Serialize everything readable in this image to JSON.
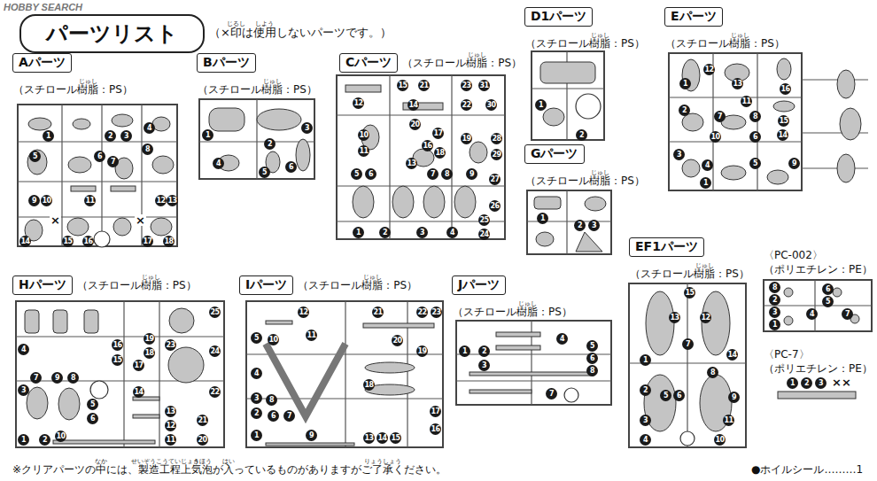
{
  "diagram": {
    "nodes": [
      {
        "text": [
          "パーツリスト"
        ]
      },
      {
        "text": [
          "Aパーツ",
          "（スチロール樹脂：PS）"
        ]
      },
      {
        "text": [
          "Bパーツ",
          "（スチロール樹脂：PS）"
        ]
      },
      {
        "text": [
          "Cパーツ",
          "（スチロール樹脂：PS）"
        ]
      },
      {
        "text": [
          "D1パーツ",
          "（スチロール樹脂：PS）"
        ]
      },
      {
        "text": [
          "Gパーツ",
          "（スチロール樹脂：PS）"
        ]
      },
      {
        "text": [
          "Eパーツ",
          "（スチロール樹脂：PS）"
        ]
      },
      {
        "text": [
          "Hパーツ",
          "（スチロール樹脂：PS）"
        ]
      },
      {
        "text": [
          "Iパーツ",
          "（スチロール樹脂：PS）"
        ]
      },
      {
        "text": [
          "Jパーツ",
          "（スチロール樹脂：PS）"
        ]
      },
      {
        "text": [
          "EF1パーツ",
          "（スチロール樹脂：PS）"
        ]
      }
    ],
    "labels": [
      "HOBBY SEARCH",
      "（×印は使用しないパーツです。）",
      "じるし",
      "しよう",
      "じゅし",
      "じゅし",
      "じゅし",
      "じゅし",
      "じゅし",
      "じゅし",
      "じゅし",
      "じゅし",
      "じゅし",
      "じゅし",
      "1",
      "2",
      "3",
      "4",
      "5",
      "6",
      "7",
      "8",
      "9",
      "10",
      "11",
      "12",
      "13",
      "14",
      "15",
      "16",
      "17",
      "18",
      "×",
      "×",
      "1",
      "2",
      "3",
      "4",
      "5",
      "6",
      "1",
      "2",
      "3",
      "4",
      "5",
      "6",
      "7",
      "8",
      "9",
      "10",
      "11",
      "12",
      "13",
      "14",
      "15",
      "16",
      "17",
      "18",
      "19",
      "20",
      "21",
      "22",
      "23",
      "24",
      "25",
      "26",
      "27",
      "28",
      "29",
      "30",
      "31",
      "1",
      "2",
      "1",
      "2",
      "3",
      "1",
      "2",
      "3",
      "4",
      "5",
      "6",
      "7",
      "8",
      "9",
      "10",
      "11",
      "12",
      "13",
      "14",
      "15",
      "16",
      "1",
      "1",
      "2",
      "3",
      "4",
      "5",
      "6",
      "7",
      "8",
      "9",
      "10",
      "11",
      "12",
      "13",
      "14",
      "15",
      "16",
      "17",
      "18",
      "19",
      "20",
      "21",
      "22",
      "23",
      "24",
      "25",
      "1",
      "2",
      "3",
      "4",
      "5",
      "6",
      "7",
      "8",
      "9",
      "10",
      "11",
      "12",
      "13",
      "14",
      "15",
      "16",
      "17",
      "18",
      "19",
      "20",
      "21",
      "22",
      "23",
      "1",
      "2",
      "3",
      "4",
      "5",
      "6",
      "7",
      "8",
      "1",
      "2",
      "3",
      "4",
      "5",
      "6",
      "7",
      "8",
      "9",
      "10",
      "11",
      "12",
      "13",
      "14",
      "15",
      "〈PC-002〉",
      "（ポリエチレン：PE）",
      "1",
      "2",
      "3",
      "4",
      "5",
      "6",
      "7",
      "8",
      "〈PC-7〉",
      "（ポリエチレン：PE）",
      "1",
      "2",
      "3",
      "××",
      "※クリアパーツの中には、製造工程上気泡が入っているものがありますがご了承ください。",
      "なか",
      "せいぞうこうていじょう",
      "きほう",
      "はい",
      "りょうしょう",
      "●ホイルシール………1"
    ]
  }
}
